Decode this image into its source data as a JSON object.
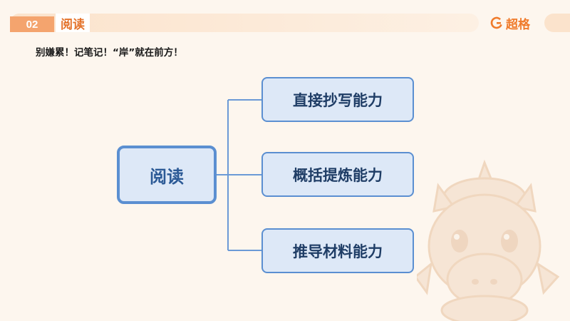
{
  "header": {
    "section_number": "02",
    "section_title": "阅读",
    "brand_name": "超格"
  },
  "tagline": "别嫌累！记笔记！“岸”就在前方！",
  "mindmap": {
    "root": "阅读",
    "branches": [
      "直接抄写能力",
      "概括提炼能力",
      "推导材料能力"
    ]
  },
  "colors": {
    "accent_orange": "#f07b2b",
    "node_fill": "#dde8f7",
    "node_border": "#5b8fd1",
    "node_text": "#1f3d66",
    "background": "#fdf6ee"
  },
  "icons": {
    "brand_logo": "brand-g-logo-icon",
    "mascot": "unicorn-mascot-watermark"
  }
}
